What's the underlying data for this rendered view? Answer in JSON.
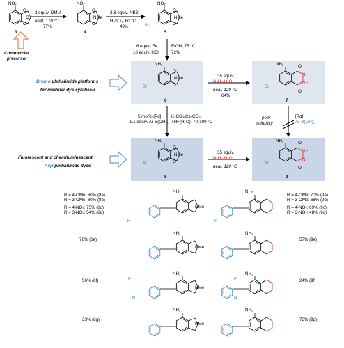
{
  "compounds": {
    "c3": "3",
    "c4": "4",
    "c5": "5",
    "c6": "6",
    "c7": "7",
    "c8": "8",
    "c9": "9"
  },
  "precursor": {
    "line1": "Commercial",
    "line2": "precursor"
  },
  "step1": {
    "reagent": "2 equiv. DMU",
    "cond": "neat, 170 °C",
    "yield": "77%"
  },
  "step2": {
    "reagent": "2.8 equiv. NBS",
    "cond": "H₂SO₄, 60 °C",
    "yield": "49%"
  },
  "step3": {
    "r1": "6 equiv. Fe",
    "r2": "10 equiv. HCl",
    "cond": "EtOH, 75 °C",
    "yield": "72%"
  },
  "step4": {
    "r1": "35 equiv.",
    "r2": "N₂H₄·H₂O",
    "cond": "neat, 120 °C",
    "yield": "64%"
  },
  "step5": {
    "r1": "5 mol% [Pd]",
    "r2": "1.1 equiv. Ar-B(OH)₂",
    "r3": "K₂CO₃/Cs₂CO₃",
    "r4": "THF(H₂O), 70-100 °C"
  },
  "step6": {
    "r1": "35 equiv.",
    "r2": "N₂H₄·H₂O",
    "cond": "neat, 120 °C"
  },
  "poor": {
    "l1": "poor",
    "l2": "solubility",
    "pd": "[Pd]",
    "ar": "Ar-B(OH)₂"
  },
  "labels": {
    "bromo_a": "Bromo",
    "bromo_b": " phthalimide platforms",
    "bromo_c": "for modular dye synthesis",
    "fluor": "Fluorescent and chemiluminescent",
    "aryl_a": "Aryl",
    "aryl_b": " phthalimide dyes"
  },
  "atoms": {
    "no2": "NO₂",
    "nh2": "NH₂",
    "nme": "NMe",
    "nh": "NH",
    "br": "Br",
    "ar": "Ar",
    "o": "O",
    "n": "N",
    "f": "F",
    "r": "R"
  },
  "series_left": {
    "rows": [
      "R = 4-OMe:  60% (8a)",
      "R = 3-OMe:  80% (8b)",
      "R = 4-NO₂:  75% (8c)",
      "R = 3-NO₂:  54% (8d)"
    ],
    "e": "76% (8e)",
    "f": "56% (8f)",
    "g": "33% (8g)"
  },
  "series_right": {
    "rows": [
      "R = 4-OMe:  70% (9a)",
      "R = 3-OMe:  68% (9b)",
      "R = 4-NO₂:  69% (9c)",
      "R = 3-NO₂:  48% (9d)"
    ],
    "e": "57% (9e)",
    "f": "24% (9f)",
    "g": "73% (9g)"
  },
  "colors": {
    "blue": "#3a7ec8",
    "red": "#e02020",
    "box": "#dfe6f0",
    "orange": "#f08040",
    "arrow_outline": "#7a9acc"
  }
}
